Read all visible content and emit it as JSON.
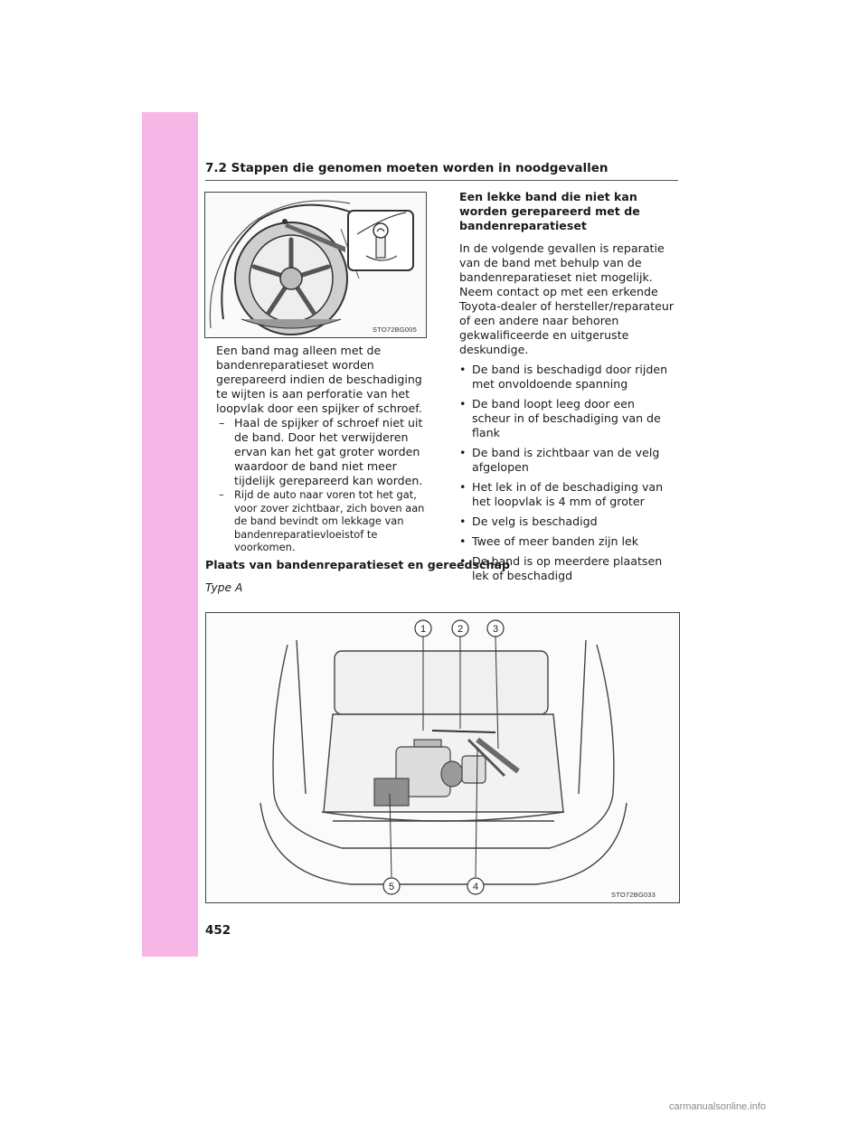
{
  "header": {
    "section_title": "7.2  Stappen die genomen moeten worden in noodgevallen"
  },
  "figure_wheel": {
    "code": "STO72BG005",
    "icon": "screw-in-tire-illustration"
  },
  "left_text": {
    "intro": "Een band mag alleen met de bandenreparatieset worden gerepareerd indien de beschadiging te wijten is aan perforatie van het loopvlak door een spijker of schroef.",
    "dash_marker": "–",
    "items": [
      "Haal de spijker of schroef niet uit de band. Door het verwijderen ervan kan het gat groter worden waardoor de band niet meer tijdelijk gerepareerd kan worden.",
      "Rijd de auto naar voren tot het gat, voor zover zichtbaar, zich boven aan de band bevindt om lekkage van bandenreparatievloeistof te voorkomen."
    ]
  },
  "right_column": {
    "heading": "Een lekke band die niet kan worden gerepareerd met de bandenreparatieset",
    "intro": "In de volgende gevallen is reparatie van de band met behulp van de bandenreparatieset niet mogelijk. Neem contact op met een erkende Toyota-dealer of hersteller/reparateur of een andere naar behoren gekwalificeerde en uitgeruste deskundige.",
    "bullet_marker": "•",
    "bullets": [
      "De band is beschadigd door rijden met onvoldoende spanning",
      "De band loopt leeg door een scheur in of beschadiging van de flank",
      "De band is zichtbaar van de velg afgelopen",
      "Het lek in of de beschadiging van het loopvlak is 4 mm of groter",
      "De velg is beschadigd",
      "Twee of meer banden zijn lek",
      "De band is op meerdere plaatsen lek of beschadigd"
    ]
  },
  "section": {
    "title": "Plaats van bandenreparatieset en gereedschap",
    "type_label": "Type A"
  },
  "figure_trunk": {
    "code": "STO72BG033",
    "icon": "trunk-tools-illustration",
    "callouts": [
      "1",
      "2",
      "3",
      "4",
      "5"
    ]
  },
  "footer": {
    "page_number": "452",
    "watermark": "carmanualsonline.info"
  },
  "colors": {
    "sidebar": "#f6b6e6"
  }
}
